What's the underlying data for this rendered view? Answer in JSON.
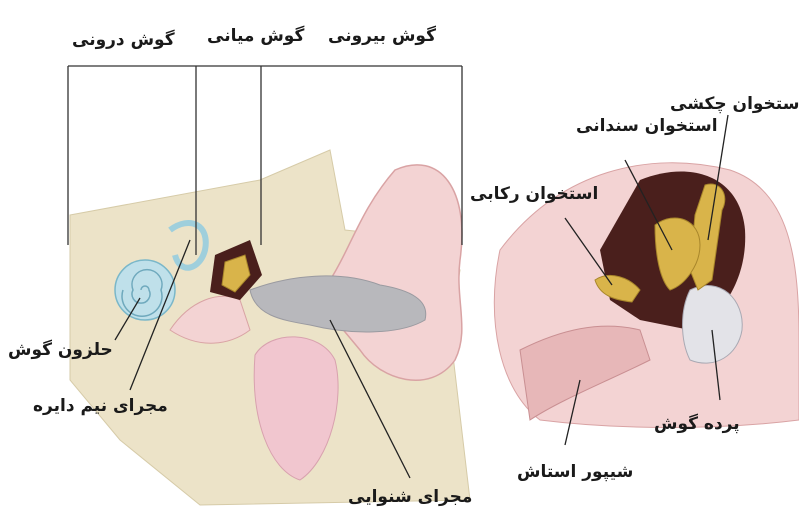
{
  "labels": {
    "outer_ear": "گوش بیرونی",
    "middle_ear": "گوش میانی",
    "inner_ear": "گوش درونی",
    "cochlea": "حلزون گوش",
    "semicircular_canals": "مجرای نیم دایره",
    "auditory_canal": "مجرای شنوایی",
    "eustachian_tube": "شیپور استاش",
    "eardrum": "پرده گوش",
    "hammer": "استخوان چکشی",
    "anvil": "استخوان سندانی",
    "stirrup": "استخوان رکابی"
  },
  "colors": {
    "skin": "#f3d3d3",
    "skin_dark": "#d9a3a4",
    "bone": "#ece3c8",
    "cochlea": "#bfe0ea",
    "ossicles": "#d9b44a",
    "canal_gray": "#b8b8bc",
    "cavity_dark": "#4a1f1c",
    "bracket": "#333333"
  }
}
